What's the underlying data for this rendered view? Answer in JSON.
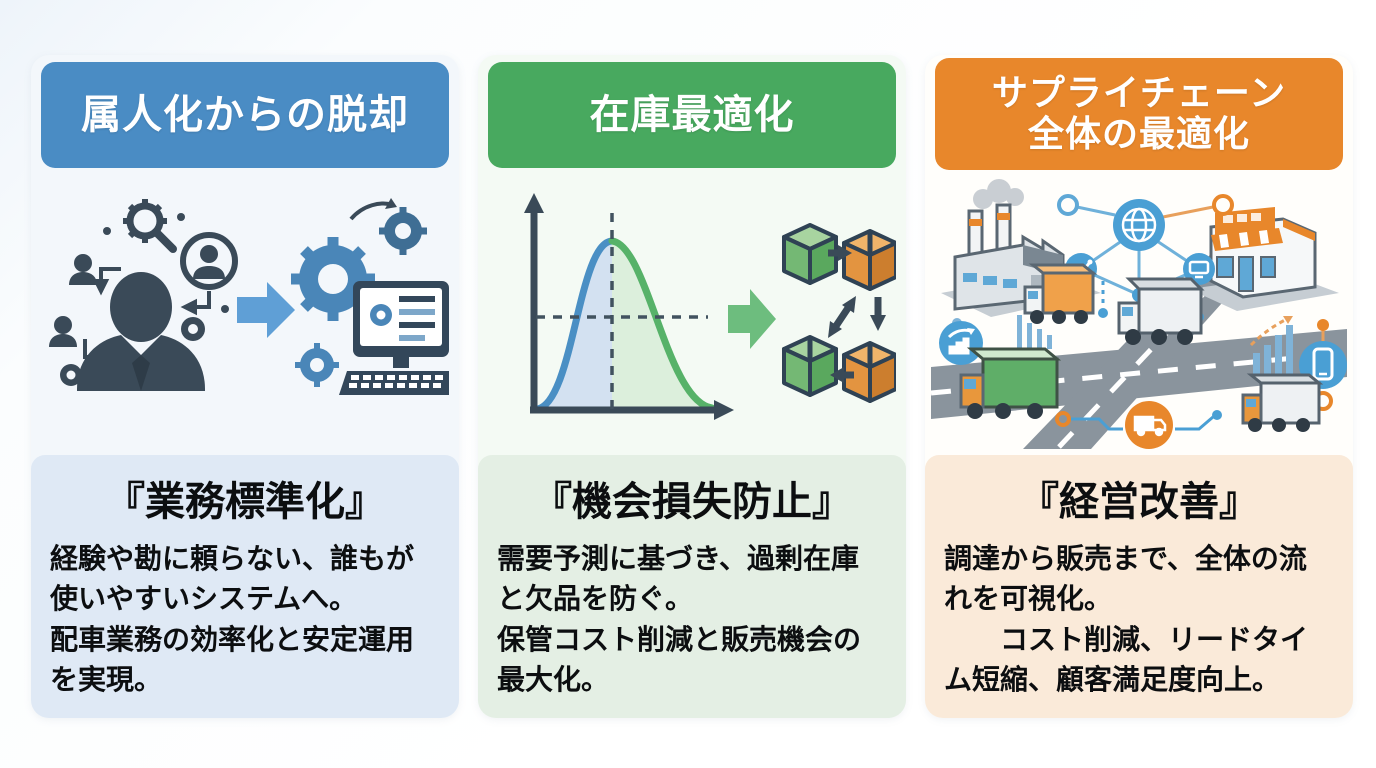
{
  "page": {
    "background_color": "#fbfdfe",
    "language": "ja"
  },
  "columns": [
    {
      "id": "standardization",
      "header": {
        "label": "属人化からの脱却",
        "color": "#4a8cc4"
      },
      "card_color": "#f3f7fb",
      "illustration_icons": [
        "businessman-silhouette-icon",
        "person-icon",
        "avatar-circle-icon",
        "gear-magnifier-icon",
        "gear-icon",
        "blue-right-arrow-icon",
        "computer-monitor-icon",
        "keyboard-icon"
      ],
      "panel": {
        "color": "#dfe9f5",
        "title": "『業務標準化』",
        "body": "経験や勘に頼らない、誰もが使いやすいシステムへ。\n配車業務の効率化と安定運用を実現。"
      }
    },
    {
      "id": "inventory-optimization",
      "header": {
        "label": "在庫最適化",
        "color": "#48a95f"
      },
      "card_color": "#f4faf4",
      "illustration_icons": [
        "bell-curve-chart-icon",
        "axis-icon",
        "dashed-guide-lines-icon",
        "green-right-arrow-icon",
        "green-box-icon",
        "orange-box-icon",
        "flow-arrows-icon"
      ],
      "panel": {
        "color": "#e4efe4",
        "title": "『機会損失防止』",
        "body": "需要予測に基づき、過剰在庫と欠品を防ぐ。\n保管コスト削減と販売機会の最大化。"
      }
    },
    {
      "id": "supply-chain-optimization",
      "header": {
        "label": "サプライチェーン\n全体の最適化",
        "color": "#e8872b"
      },
      "card_color": "#fffefb",
      "illustration_icons": [
        "factory-icon",
        "store-icon",
        "globe-network-icon",
        "chart-node-icon",
        "monitor-node-icon",
        "growth-chart-icon",
        "bar-chart-icon",
        "smartphone-icon",
        "delivery-truck-node-icon",
        "orange-truck-icon",
        "white-truck-icon",
        "green-truck-icon",
        "road-crossing-icon",
        "magnifier-node-icon"
      ],
      "panel": {
        "color": "#faead9",
        "title": "『経営改善』",
        "body": "調達から販売まで、全体の流れを可視化。\n　　コスト削減、リードタイム短縮、顧客満足度向上。"
      }
    }
  ]
}
